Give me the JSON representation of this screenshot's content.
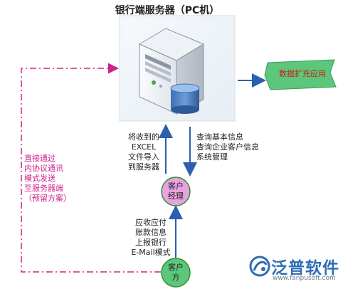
{
  "title": "银行端服务器（PC机）",
  "data_expansion_label": "数据扩充应用",
  "left_note": [
    "直接通过",
    "内协议通讯",
    "模式发送",
    "至服务器端",
    "（预留方案）"
  ],
  "upload_note": [
    "将收到的",
    "EXCEL",
    "文件导入",
    "到服务器"
  ],
  "query_note": [
    "查询基本信息",
    "查询企业客户信息",
    "系统管理"
  ],
  "bottom_note": [
    "应收应付",
    "账款信息",
    "上报银行",
    "E-Mail模式"
  ],
  "nodes": {
    "manager": [
      "客户",
      "经理"
    ],
    "client": [
      "客户",
      "方"
    ]
  },
  "brand": {
    "name": "泛普软件",
    "url": "www.fanpusoft.com"
  },
  "colors": {
    "accent_dashed": "#d0208c",
    "arrow_blue": "#2b5fb0",
    "node_fill": "#e8a2e0",
    "node_stroke": "#2f8f2f",
    "badge_fill": "#5cc77a",
    "brand_blue": "#2f6db5"
  }
}
